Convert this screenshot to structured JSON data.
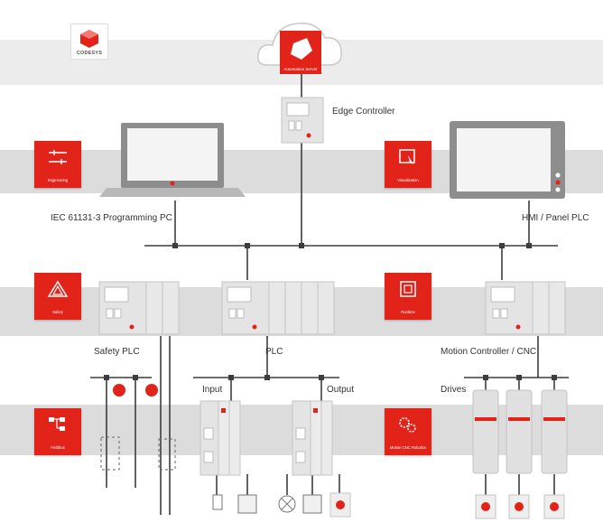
{
  "brand": {
    "name": "CODESYS",
    "cloud_caption": "Automation Server"
  },
  "tiles": {
    "engineering": "Engineering",
    "visualization": "Visualization",
    "safety": "Safety",
    "runtime": "Runtime",
    "fieldbus": "Fieldbus",
    "motion": "Motion CNC Robotics"
  },
  "labels": {
    "edge_controller": "Edge Controller",
    "programming_pc": "IEC 61131-3 Programming PC",
    "hmi_panel": "HMI / Panel PLC",
    "safety_plc": "Safety PLC",
    "plc": "PLC",
    "motion_controller": "Motion Controller / CNC",
    "input": "Input",
    "output": "Output",
    "drives": "Drives"
  },
  "colors": {
    "accent": "#e2231a",
    "band": "#dcdcdc",
    "device": "#e4e4e4",
    "line": "#3d3d3d"
  },
  "icons": [
    "cloud-icon",
    "logo-icon",
    "laptop-icon",
    "monitor-icon",
    "plc-icon",
    "io-module-icon",
    "drive-icon",
    "motor-icon",
    "emergency-stop-icon",
    "switch-icon"
  ]
}
